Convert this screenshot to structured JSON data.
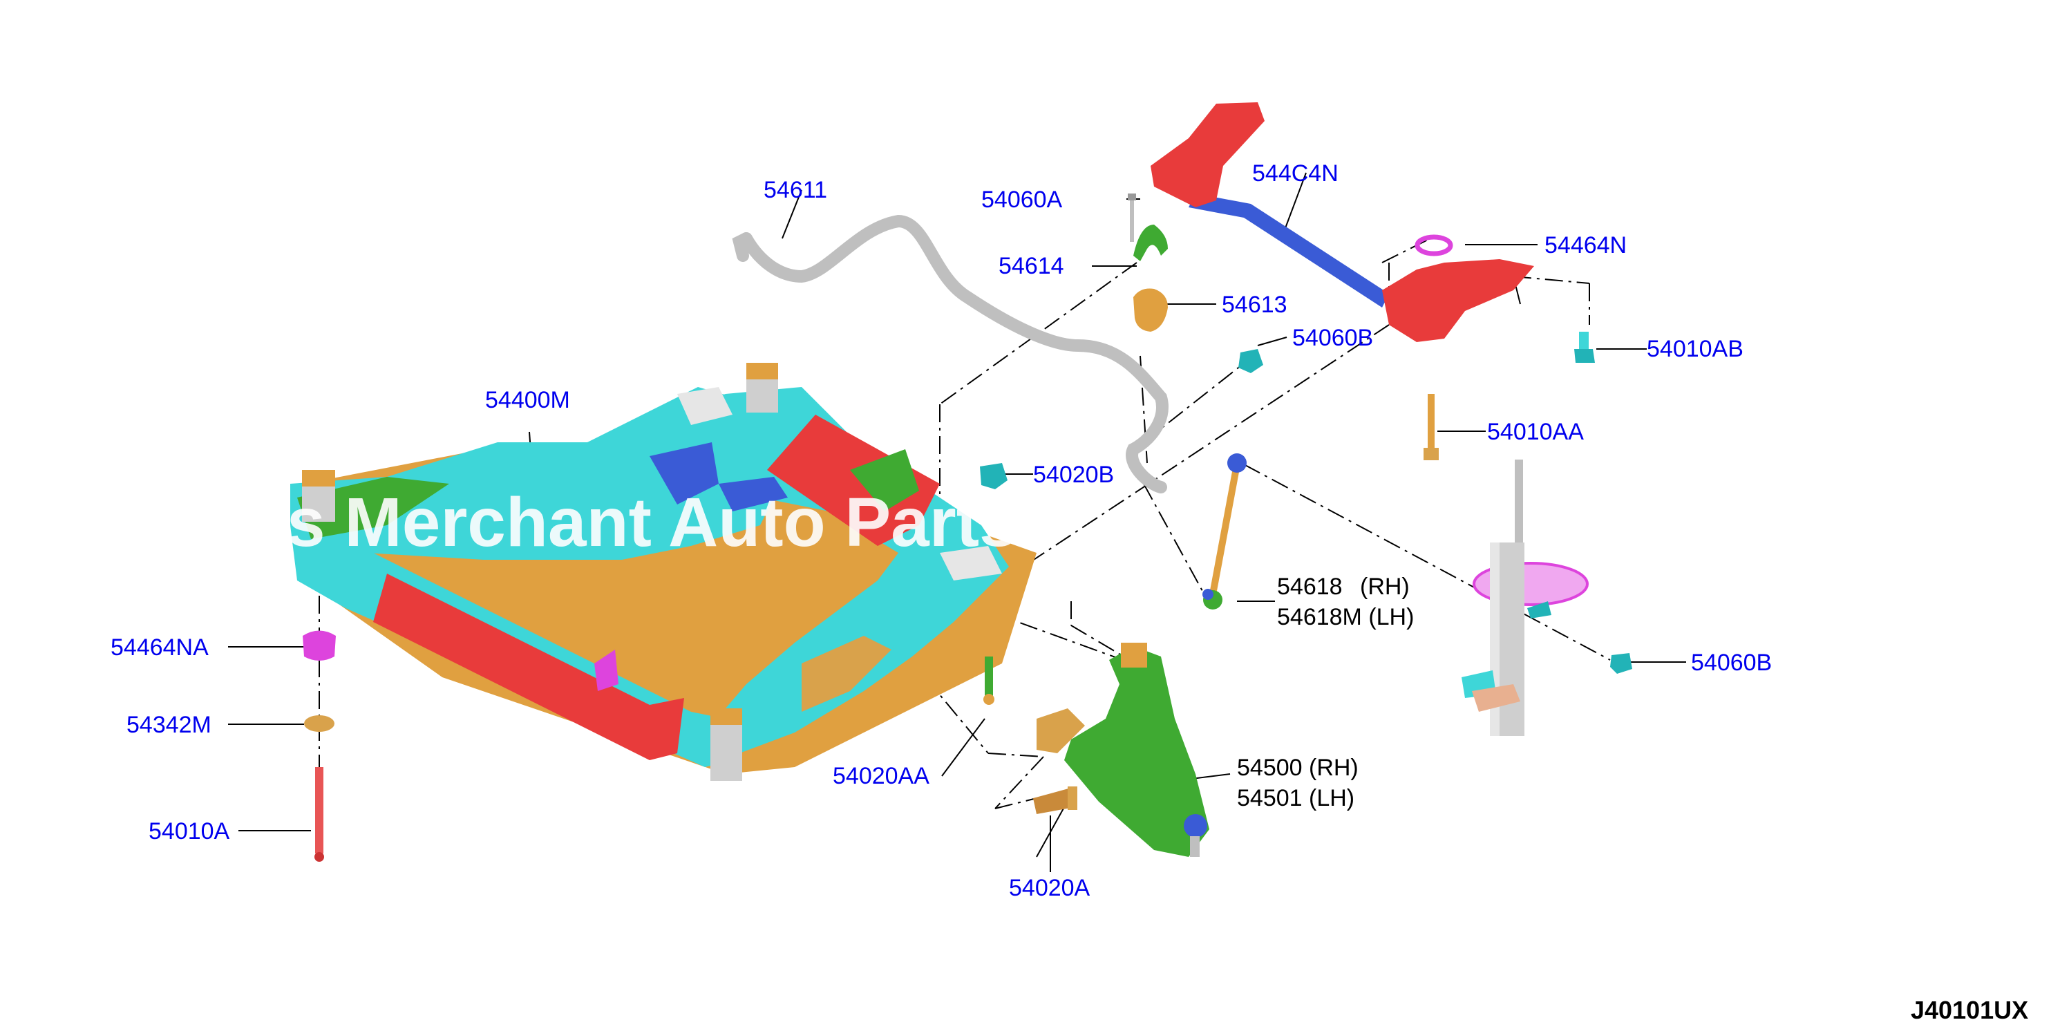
{
  "colors": {
    "label_blue": "#0000ee",
    "label_black": "#000000",
    "cyan": "#3ed6d8",
    "cyan_dark": "#22b3b7",
    "red": "#e83b3b",
    "green": "#3faa32",
    "orange": "#e0a040",
    "gold": "#d9a24b",
    "blue": "#3a5bd6",
    "magenta": "#dd44dd",
    "grey": "#bfbfbf",
    "watermark": "#ffffff"
  },
  "labels": {
    "p54611": "54611",
    "p54060A": "54060A",
    "p544C4N": "544C4N",
    "p54464N": "54464N",
    "p54614": "54614",
    "p54613": "54613",
    "p54060B_top": "54060B",
    "p54010AB": "54010AB",
    "p54010AA": "54010AA",
    "p54400M": "54400M",
    "p54020B": "54020B",
    "p54618": "54618",
    "p54618_rh": "(RH)",
    "p54618M": "54618M (LH)",
    "p54464NA": "54464NA",
    "p54342M": "54342M",
    "p54010A": "54010A",
    "p54060B_right": "54060B",
    "p54500": "54500 (RH)",
    "p54501": "54501 (LH)",
    "p54020AA": "54020AA",
    "p54020A": "54020A"
  },
  "diagram_code": "J40101UX",
  "watermark": "s Merchant Auto Parts"
}
